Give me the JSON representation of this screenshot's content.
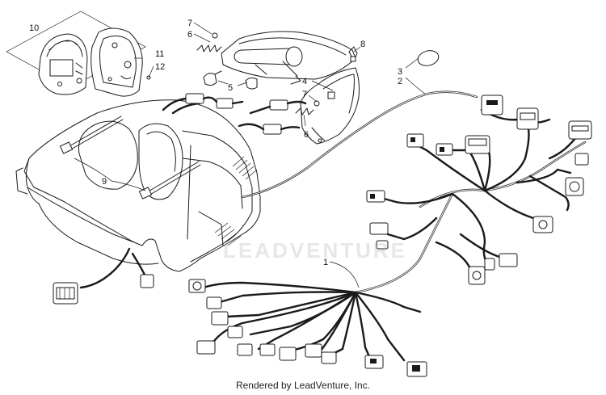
{
  "callouts": [
    {
      "id": "c1",
      "label": "1"
    },
    {
      "id": "c2",
      "label": "2"
    },
    {
      "id": "c3",
      "label": "3"
    },
    {
      "id": "c4",
      "label": "4"
    },
    {
      "id": "c5",
      "label": "5"
    },
    {
      "id": "c6a",
      "label": "6"
    },
    {
      "id": "c6b",
      "label": "6"
    },
    {
      "id": "c7a",
      "label": "7"
    },
    {
      "id": "c7b",
      "label": "7"
    },
    {
      "id": "c8",
      "label": "8"
    },
    {
      "id": "c9",
      "label": "9"
    },
    {
      "id": "c10",
      "label": "10"
    },
    {
      "id": "c11",
      "label": "11"
    },
    {
      "id": "c12",
      "label": "12"
    }
  ],
  "watermark": "LEADVENTURE",
  "footer": "Rendered by LeadVenture, Inc.",
  "colors": {
    "ink": "#1a1a1a",
    "background": "#ffffff"
  }
}
